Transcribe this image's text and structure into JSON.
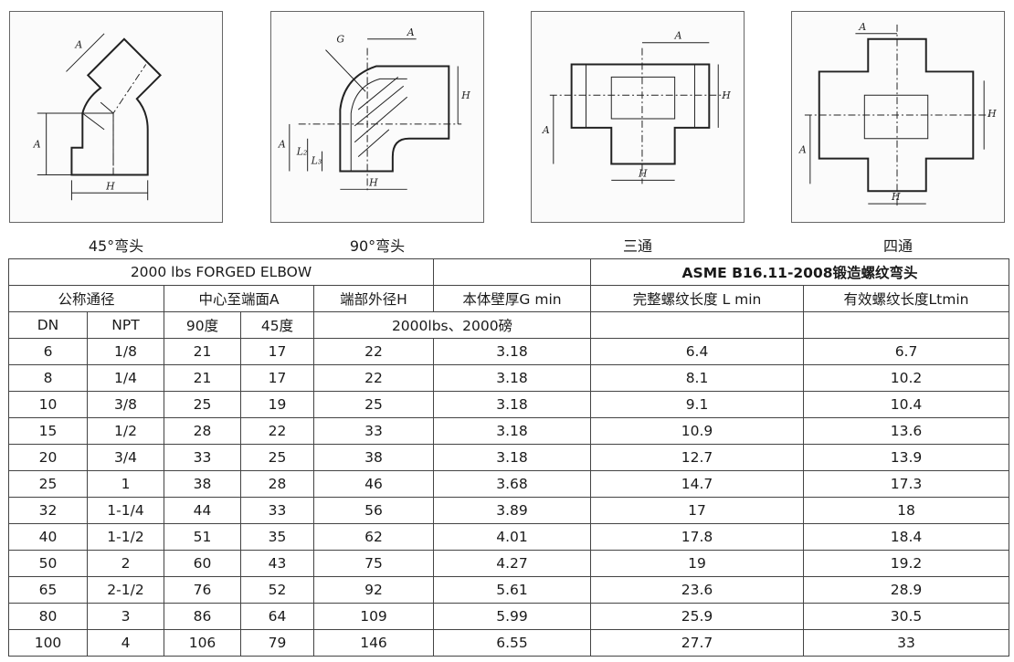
{
  "figures": [
    {
      "caption": "45°弯头",
      "icon": "elbow-45-drawing",
      "dims": [
        "A",
        "A",
        "H"
      ]
    },
    {
      "caption": "90°弯头",
      "icon": "elbow-90-drawing",
      "dims": [
        "G",
        "A",
        "H",
        "A",
        "L₂",
        "L₃",
        "H"
      ]
    },
    {
      "caption": "三通",
      "icon": "tee-drawing",
      "dims": [
        "A",
        "H",
        "A",
        "H"
      ]
    },
    {
      "caption": "四通",
      "icon": "cross-drawing",
      "dims": [
        "A",
        "H",
        "A",
        "H"
      ]
    }
  ],
  "table": {
    "title_left": "2000 lbs FORGED ELBOW",
    "title_right": "ASME B16.11-2008锻造螺纹弯头",
    "header": {
      "nominal": "公称通径",
      "center_to_end": "中心至端面A",
      "end_od": "端部外径H",
      "wall": "本体壁厚G min",
      "full_thread": "完整螺纹长度 L min",
      "eff_thread": "有效螺纹长度Ltmin"
    },
    "subheader": {
      "dn": "DN",
      "npt": "NPT",
      "deg90": "90度",
      "deg45": "45度",
      "rating": "2000lbs、2000磅"
    },
    "rows": [
      [
        "6",
        "1/8",
        "21",
        "17",
        "22",
        "3.18",
        "6.4",
        "6.7"
      ],
      [
        "8",
        "1/4",
        "21",
        "17",
        "22",
        "3.18",
        "8.1",
        "10.2"
      ],
      [
        "10",
        "3/8",
        "25",
        "19",
        "25",
        "3.18",
        "9.1",
        "10.4"
      ],
      [
        "15",
        "1/2",
        "28",
        "22",
        "33",
        "3.18",
        "10.9",
        "13.6"
      ],
      [
        "20",
        "3/4",
        "33",
        "25",
        "38",
        "3.18",
        "12.7",
        "13.9"
      ],
      [
        "25",
        "1",
        "38",
        "28",
        "46",
        "3.68",
        "14.7",
        "17.3"
      ],
      [
        "32",
        "1-1/4",
        "44",
        "33",
        "56",
        "3.89",
        "17",
        "18"
      ],
      [
        "40",
        "1-1/2",
        "51",
        "35",
        "62",
        "4.01",
        "17.8",
        "18.4"
      ],
      [
        "50",
        "2",
        "60",
        "43",
        "75",
        "4.27",
        "19",
        "19.2"
      ],
      [
        "65",
        "2-1/2",
        "76",
        "52",
        "92",
        "5.61",
        "23.6",
        "28.9"
      ],
      [
        "80",
        "3",
        "86",
        "64",
        "109",
        "5.99",
        "25.9",
        "30.5"
      ],
      [
        "100",
        "4",
        "106",
        "79",
        "146",
        "6.55",
        "27.7",
        "33"
      ]
    ]
  }
}
